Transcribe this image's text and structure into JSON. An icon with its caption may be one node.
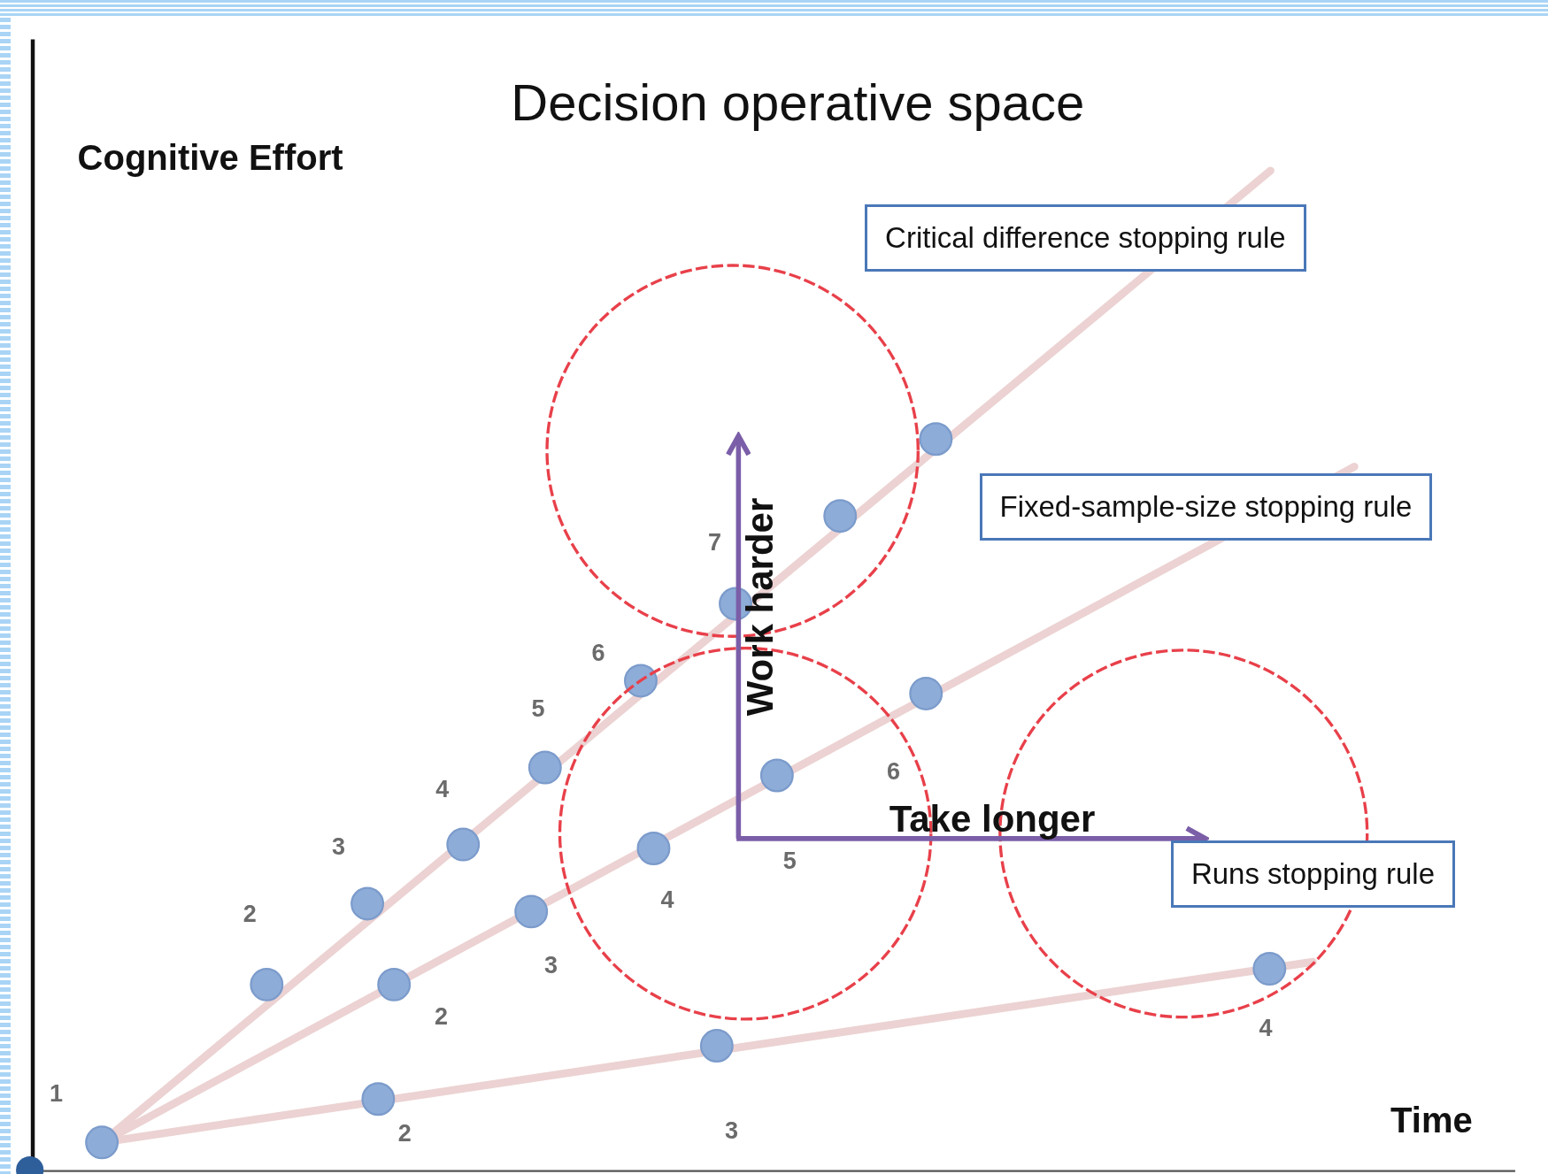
{
  "diagram": {
    "title": "Decision operative space",
    "nodes": [
      {
        "text": [
          "Critical difference stopping rule"
        ]
      },
      {
        "text": [
          "Fixed-sample-size stopping rule"
        ]
      },
      {
        "text": [
          "Runs stopping rule"
        ]
      }
    ],
    "labels": [
      "Cognitive Effort",
      "Work harder",
      "7",
      "6",
      "5",
      "6",
      "4",
      "Take longer",
      "3",
      "5",
      "4",
      "2",
      "3",
      "2",
      "4",
      "1",
      "Time",
      "3",
      "2"
    ]
  }
}
